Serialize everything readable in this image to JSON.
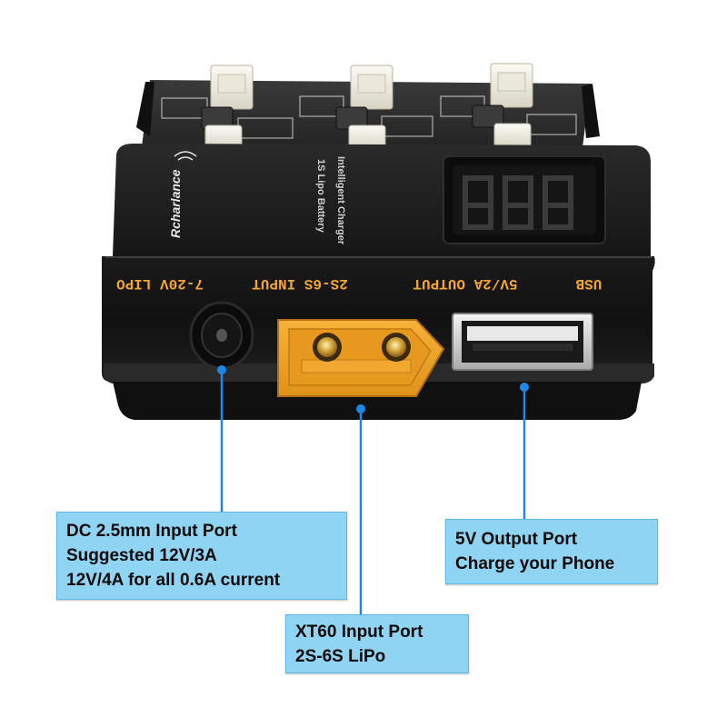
{
  "device": {
    "brand_logo": "Rcharlance",
    "top_label_1": "1S Lipo Battery",
    "top_label_2": "Intelligent Charger",
    "display_digits": "8.8.8.",
    "front_labels": {
      "dc": "7-20V  LIPO",
      "xt60": "2S-6S  INPUT",
      "output": "5V/2A  OUTPUT",
      "usb": "USB"
    }
  },
  "callouts": {
    "dc": {
      "line1": "DC 2.5mm Input Port",
      "line2": "Suggested 12V/3A",
      "line3": "12V/4A for all 0.6A current"
    },
    "xt60": {
      "line1": "XT60 Input Port",
      "line2": "2S-6S LiPo"
    },
    "usb": {
      "line1": "5V Output Port",
      "line2": "Charge your Phone"
    }
  },
  "colors": {
    "callout_bg": "#8fd4f2",
    "leader_line": "#1e88e5",
    "xt60_body": "#f0a326",
    "device_body": "#1b1b1b",
    "print_color": "#f2a530"
  }
}
